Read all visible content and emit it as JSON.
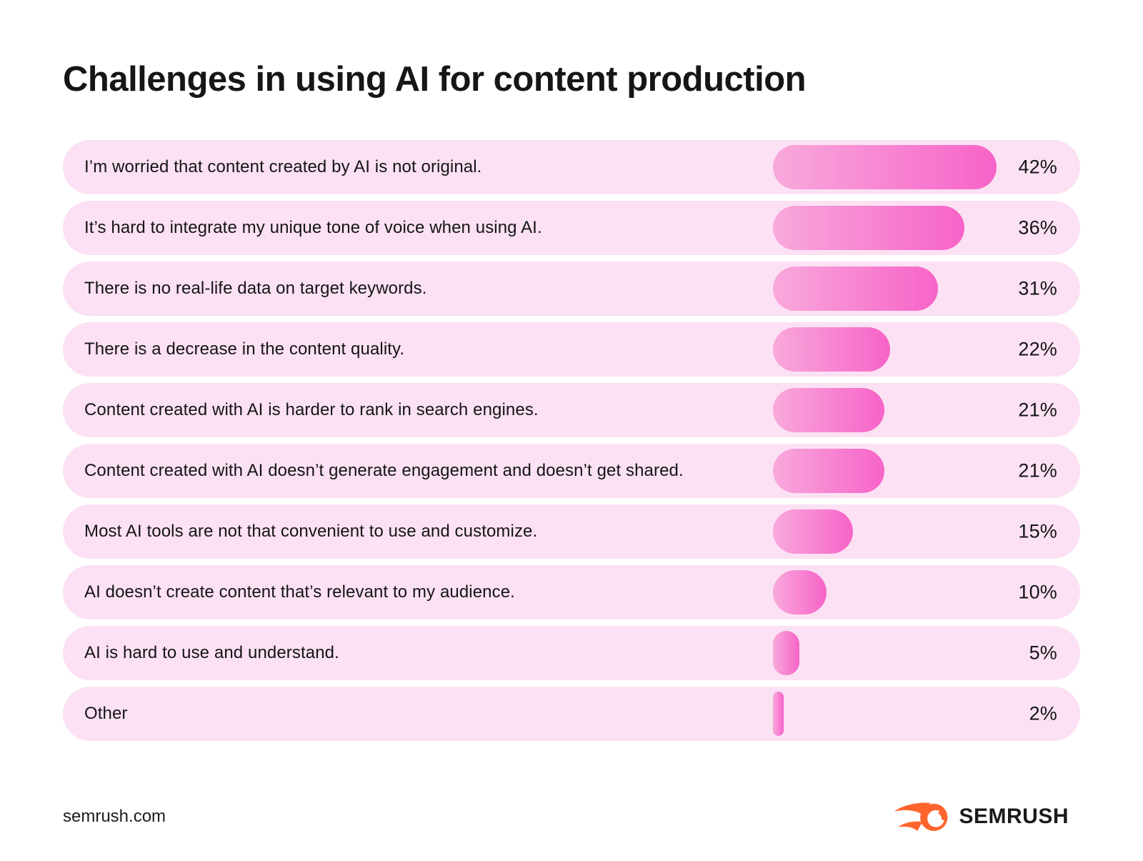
{
  "title": "Challenges in using AI for content production",
  "footer": {
    "site": "semrush.com",
    "brand": "SEMRUSH"
  },
  "colors": {
    "row_bg": "#FBE1F3",
    "bar_gradient_start": "#F8A9DC",
    "bar_gradient_end": "#F763C8",
    "logo_orange": "#FF642D",
    "text": "#151515"
  },
  "chart_data": {
    "type": "bar",
    "orientation": "horizontal",
    "title": "Challenges in using AI for content production",
    "categories": [
      "I’m worried that content created by AI is not original.",
      "It’s hard to integrate my unique tone of voice when using AI.",
      "There is no real-life data on target keywords.",
      "There is a decrease in the content quality.",
      "Content created with AI is harder to rank in search engines.",
      "Content created with AI doesn’t generate engagement and doesn’t get shared.",
      "Most AI tools are not that convenient to use and customize.",
      "AI doesn’t create content that’s relevant to my audience.",
      "AI is hard to use and understand.",
      "Other"
    ],
    "values": [
      42,
      36,
      31,
      22,
      21,
      21,
      15,
      10,
      5,
      2
    ],
    "value_labels": [
      "42%",
      "36%",
      "31%",
      "22%",
      "21%",
      "21%",
      "15%",
      "10%",
      "5%",
      "2%"
    ],
    "unit": "%",
    "xlim": [
      0,
      45
    ],
    "grid": false,
    "legend": false
  }
}
